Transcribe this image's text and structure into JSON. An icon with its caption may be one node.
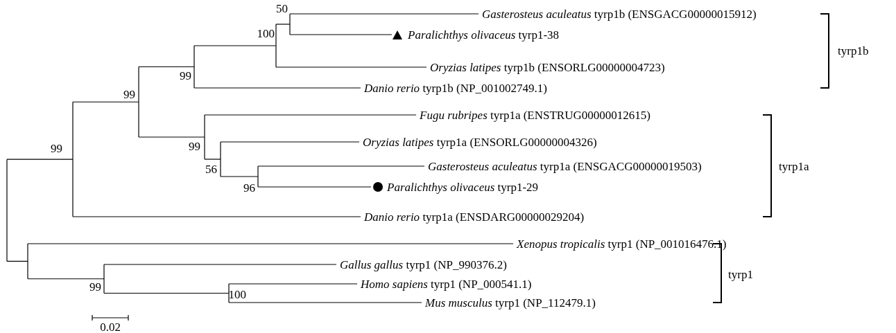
{
  "diagram": {
    "labels": [
      "50",
      "*Gasterosteus aculeatus* tyrp1b (ENSGACG00000015912)",
      "100",
      "*Paralichthys olivaceus* tyrp1-38",
      "tyrp1b",
      "99",
      "*Oryzias latipes* tyrp1b (ENSORLG00000004723)",
      "99",
      "*Danio rerio* tyrp1b (NP_001002749.1)",
      "*Fugu rubripes* tyrp1a (ENSTRUG00000012615)",
      "*Oryzias latipes* tyrp1a (ENSORLG00000004326)",
      "99",
      "99",
      "56",
      "*Gasterosteus aculeatus* tyrp1a (ENSGACG00000019503)",
      "tyrp1a",
      "96",
      "*Paralichthys olivaceus* tyrp1-29",
      "*Danio rerio* tyrp1a (ENSDARG00000029204)",
      "*Xenopus tropicalis* tyrp1 (NP_001016476.1)",
      "*Gallus gallus* tyrp1 (NP_990376.2)",
      "99",
      "*Homo sapiens* tyrp1 (NP_000541.1)",
      "tyrp1",
      "100",
      "*Mus musculus* tyrp1 (NP_112479.1)",
      "0.02"
    ]
  }
}
